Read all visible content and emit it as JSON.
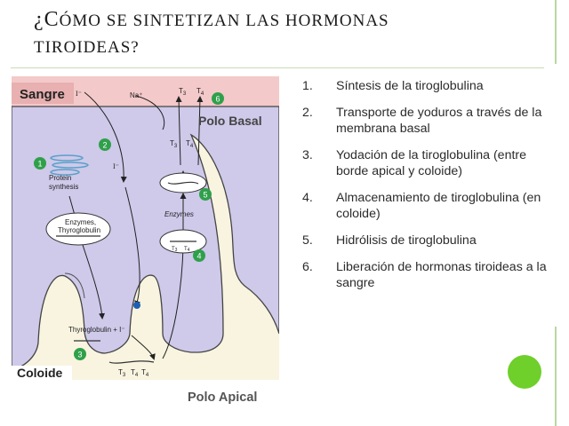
{
  "title": {
    "open_mark": "¿",
    "first_letter": "C",
    "line1_rest": "ómo se sintetizan las hormonas",
    "line2": "tiroideas?"
  },
  "colors": {
    "sangre_band": "#f4c9c9",
    "polo_band": "#fde8d0",
    "cell": "#cfc9ea",
    "coloide": "#f8f4e0",
    "step_badge": "#2fa04a",
    "accent_dot": "#6fcf2b"
  },
  "diagram": {
    "sangre": "Sangre",
    "coloide": "Coloide",
    "polo_basal": "Polo Basal",
    "iodide": "I⁻",
    "iodide_top": "I⁻",
    "na": "Na⁺",
    "t3": "T",
    "t3_sub": "3",
    "t4": "T",
    "t4_sub": "4",
    "protein_synthesis_1": "Protein",
    "protein_synthesis_2": "synthesis",
    "enzymes": "Enzymes,",
    "thyroglobulin": "Thyroglobulin",
    "enzymes2": "Enzymes",
    "thyroglobulin_plus_i": "Thyroglobulin + I⁻",
    "steps": [
      "1",
      "2",
      "3",
      "4",
      "5",
      "6"
    ]
  },
  "polo_apical": "Polo Apical",
  "steps_list": [
    {
      "num": "1.",
      "text": "Síntesis de la tiroglobulina"
    },
    {
      "num": "2.",
      "text": "Transporte de yoduros a través de la membrana basal"
    },
    {
      "num": "3.",
      "text": "Yodación de la tiroglobulina (entre borde apical y coloide)"
    },
    {
      "num": "4.",
      "text": "Almacenamiento de tiroglobulina (en coloide)"
    },
    {
      "num": "5.",
      "text": "Hidrólisis de tiroglobulina"
    },
    {
      "num": "6.",
      "text": "Liberación de hormonas tiroideas a la sangre"
    }
  ]
}
